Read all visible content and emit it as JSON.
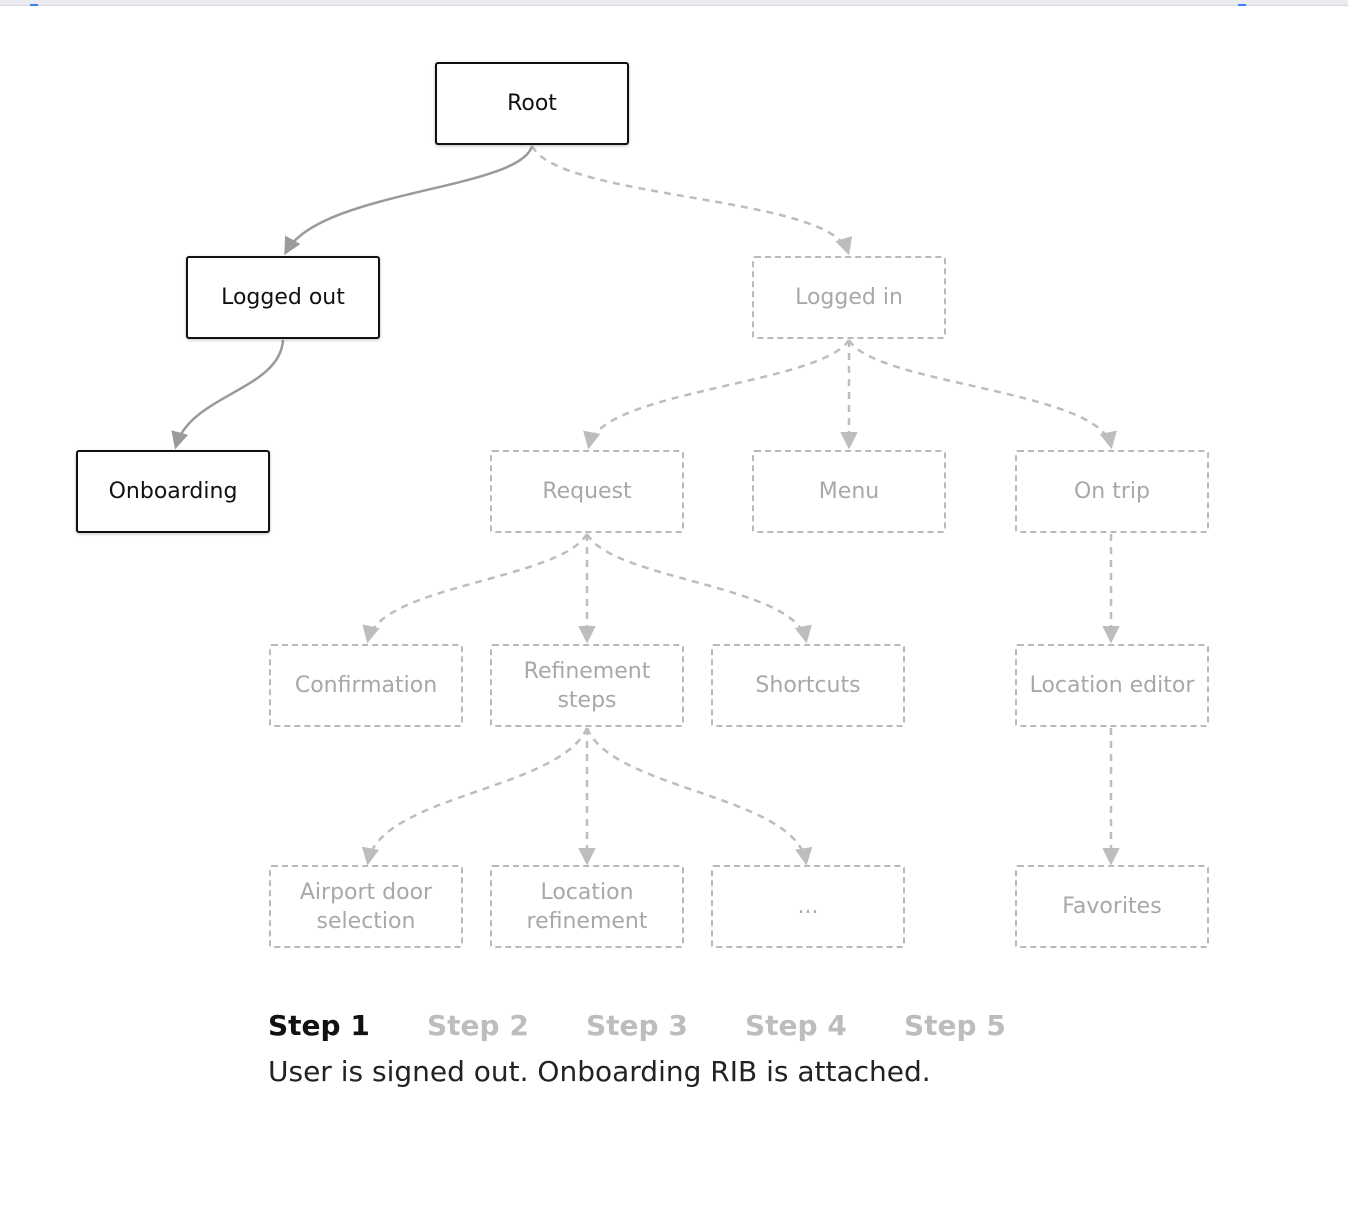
{
  "diagram": {
    "nodes": {
      "root": "Root",
      "logged_out": "Logged out",
      "onboarding": "Onboarding",
      "logged_in": "Logged in",
      "request": "Request",
      "menu": "Menu",
      "on_trip": "On trip",
      "confirmation": "Confirmation",
      "refinement_steps": "Refinement\nsteps",
      "shortcuts": "Shortcuts",
      "location_editor": "Location editor",
      "airport_door_selection": "Airport door\nselection",
      "location_refinement": "Location\nrefinement",
      "more": "...",
      "favorites": "Favorites"
    },
    "colors": {
      "active": "#111111",
      "inactive": "#b9b9b9",
      "active_edge": "#9a9a9a"
    }
  },
  "steps": {
    "items": [
      "Step 1",
      "Step 2",
      "Step 3",
      "Step 4",
      "Step 5"
    ],
    "current": "Step 1",
    "caption": "User is signed out. Onboarding RIB is attached."
  }
}
